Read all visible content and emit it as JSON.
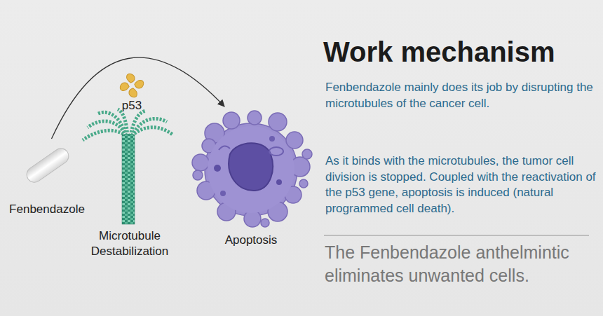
{
  "diagram": {
    "title": "Work mechanism",
    "caption": "The Fenbendazole anthelmintic eliminates unwanted cells.",
    "nodes": [
      {
        "text": [
          "Fenbendazole"
        ]
      },
      {
        "text": [
          "p53"
        ]
      },
      {
        "text": [
          "Microtubule Destabilization"
        ]
      },
      {
        "text": [
          "Apoptosis"
        ]
      }
    ],
    "edges": [
      {
        "from": 0,
        "to": 3,
        "arrow": "to"
      }
    ],
    "labels": [
      "Fenbendazole mainly does its job by disrupting the microtubules of the cancer cell.",
      "As it binds with the microtubules, the tumor cell division is stopped. Coupled with the reactivation of the p53 gene, apoptosis is induced (natural programmed cell death)."
    ]
  }
}
